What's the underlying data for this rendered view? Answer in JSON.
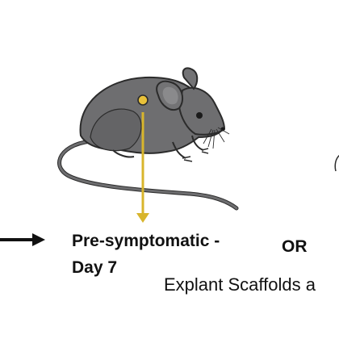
{
  "timepoint": {
    "line1": "Pre-symptomatic -",
    "line2": "Day 7"
  },
  "connector": "OR",
  "next_step": "Explant Scaffolds a",
  "colors": {
    "mouse_body": "#6e6e70",
    "mouse_outline": "#2b2b2b",
    "mouse_ear_inner": "#8a8a8c",
    "implant_marker": "#e8c13a",
    "arrow_yellow": "#d8b52c",
    "arrow_black": "#111111",
    "text": "#111111"
  },
  "icons": {
    "subject": "mouse-icon",
    "implant_site": "implant-site-icon",
    "explant_arrow": "down-arrow-icon",
    "flow_arrow": "right-arrow-icon"
  }
}
